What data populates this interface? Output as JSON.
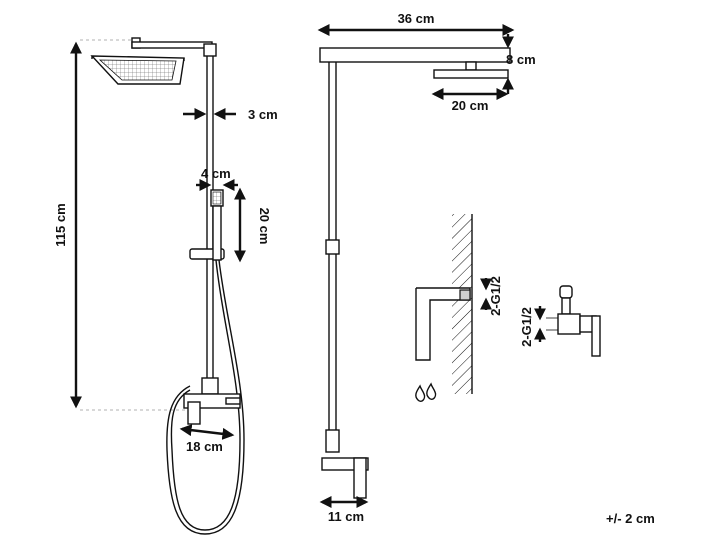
{
  "labels": {
    "width_arm": "36 cm",
    "head_drop": "8 cm",
    "head_width": "20 cm",
    "pipe_diameter": "3 cm",
    "handshower_width": "4 cm",
    "handshower_length": "20 cm",
    "total_height": "115 cm",
    "mixer_width": "18 cm",
    "mixer_depth": "11 cm",
    "connection_wall": "2-G1/2",
    "connection_valve": "2-G1/2",
    "tolerance": "+/- 2 cm"
  }
}
